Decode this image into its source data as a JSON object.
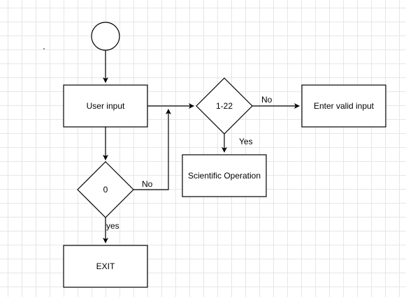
{
  "nodes": {
    "start": {
      "label": ""
    },
    "user_input": {
      "label": "User input"
    },
    "range_check": {
      "label": "1-22"
    },
    "invalid": {
      "label": "Enter valid input"
    },
    "scientific": {
      "label": "Scientific Operation"
    },
    "zero_check": {
      "label": "0"
    },
    "exit": {
      "label": "EXIT"
    }
  },
  "edges": {
    "range_no": {
      "label": "No"
    },
    "range_yes": {
      "label": "Yes"
    },
    "zero_no": {
      "label": "No"
    },
    "zero_yes": {
      "label": "yes"
    }
  },
  "colors": {
    "stroke": "#000000",
    "fill": "#ffffff",
    "grid": "#e6e6e6"
  }
}
